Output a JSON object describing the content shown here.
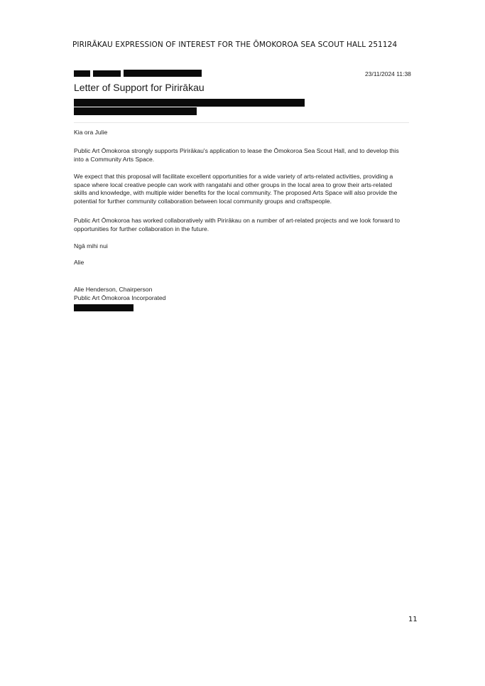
{
  "header": {
    "title": "PIRIRĀKAU EXPRESSION OF INTEREST FOR THE ŌMOKOROA SEA SCOUT HALL 251124"
  },
  "meta": {
    "timestamp": "23/11/2024 11:38"
  },
  "letter": {
    "title": "Letter of Support for Pirirākau",
    "greeting": "Kia ora Julie",
    "paragraphs": [
      "Public Art Ōmokoroa strongly supports Pirirākau's application to lease the Ōmokoroa Sea Scout Hall, and to develop this into a Community Arts Space.",
      "We expect that this proposal will facilitate excellent opportunities for a wide variety of arts-related activities, providing a space where local creative people can work with rangatahi and other groups in the local area to grow their arts-related skills and knowledge, with multiple wider benefits for the local community. The proposed Arts Space will also provide the potential for further community collaboration between local community groups and craftspeople.",
      "Public Art Ōmokoroa has worked collaboratively with Pirirākau on a number of art-related projects and we look forward to opportunities for further collaboration in the future."
    ],
    "closing": "Ngā mihi nui",
    "signature": "Alie",
    "sender_name": "Alie Henderson, Chairperson",
    "sender_org": "Public Art Ōmokoroa Incorporated"
  },
  "page": {
    "number": "11"
  }
}
